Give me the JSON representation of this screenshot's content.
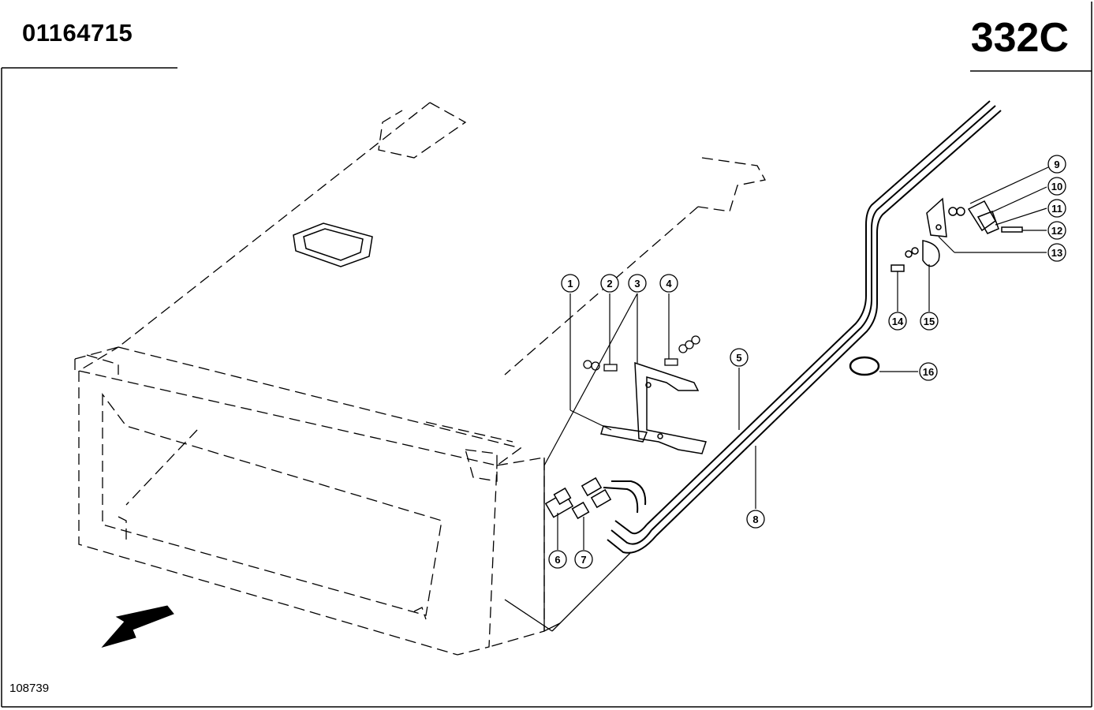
{
  "header": {
    "part_number": "01164715",
    "section_code": "332C"
  },
  "footer": {
    "drawing_id": "108739"
  },
  "callouts": [
    {
      "id": "callout-1",
      "label": "1"
    },
    {
      "id": "callout-2",
      "label": "2"
    },
    {
      "id": "callout-3",
      "label": "3"
    },
    {
      "id": "callout-4",
      "label": "4"
    },
    {
      "id": "callout-5",
      "label": "5"
    },
    {
      "id": "callout-6",
      "label": "6"
    },
    {
      "id": "callout-7",
      "label": "7"
    },
    {
      "id": "callout-8",
      "label": "8"
    },
    {
      "id": "callout-9",
      "label": "9"
    },
    {
      "id": "callout-10",
      "label": "10"
    },
    {
      "id": "callout-11",
      "label": "11"
    },
    {
      "id": "callout-12",
      "label": "12"
    },
    {
      "id": "callout-13",
      "label": "13"
    },
    {
      "id": "callout-14",
      "label": "14"
    },
    {
      "id": "callout-15",
      "label": "15"
    },
    {
      "id": "callout-16",
      "label": "16"
    }
  ]
}
